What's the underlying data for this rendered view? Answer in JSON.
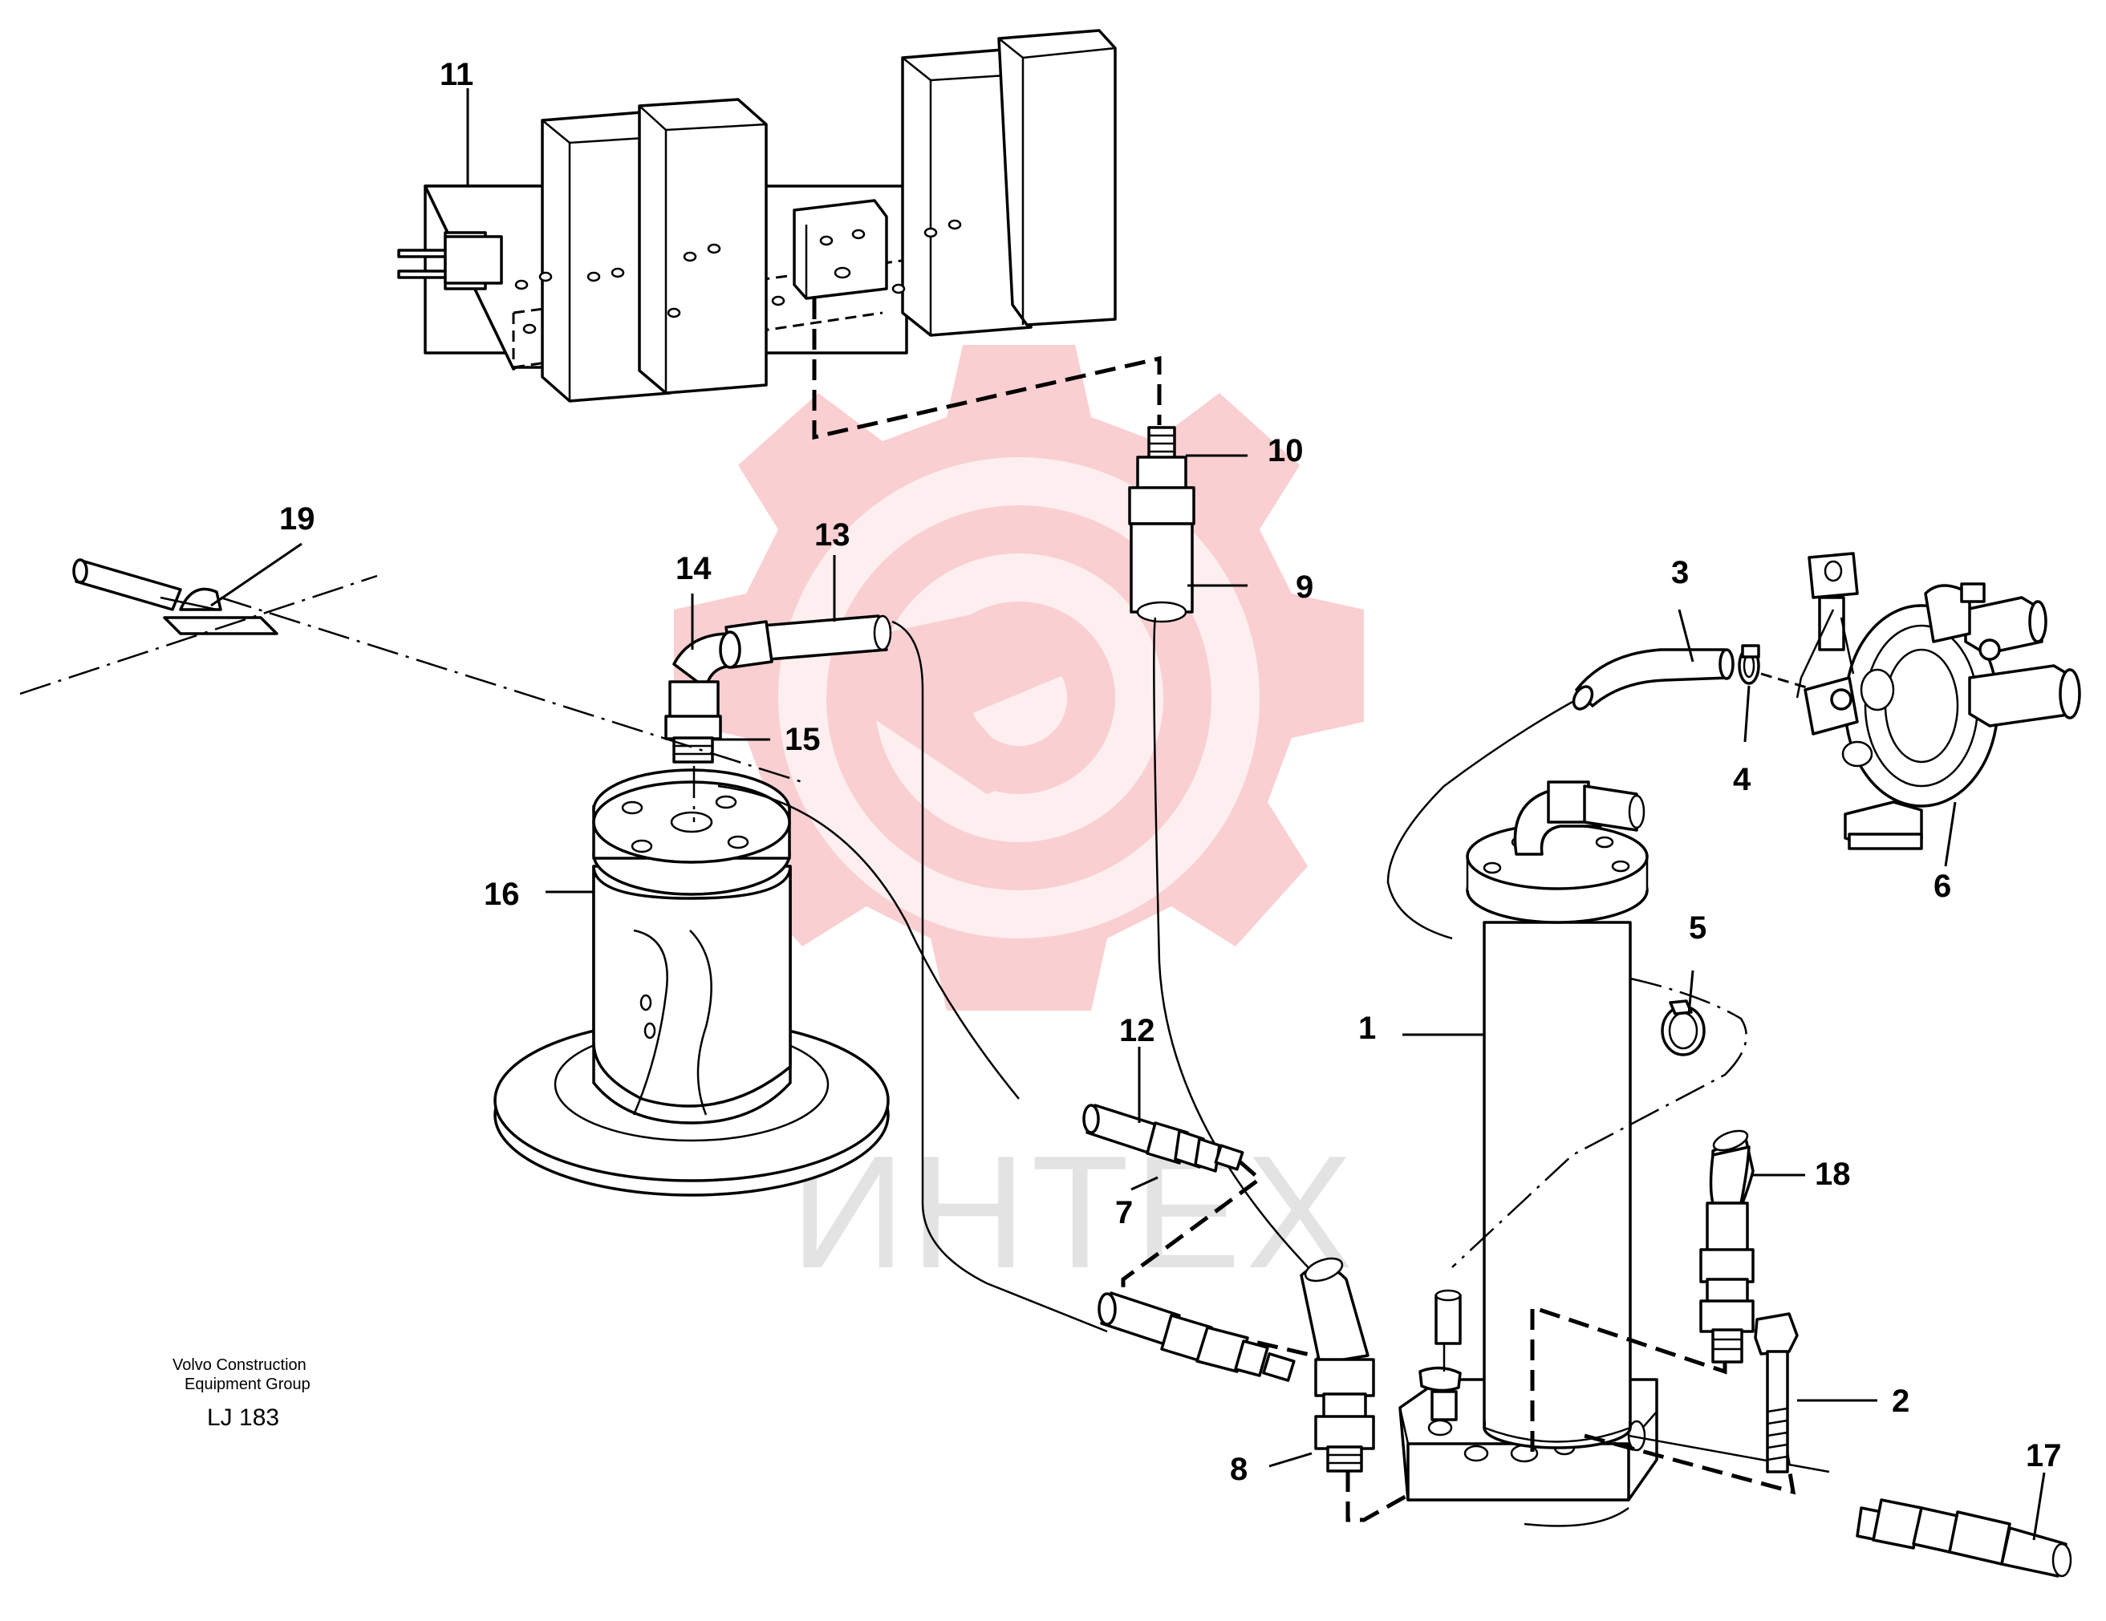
{
  "callouts": {
    "c1": "1",
    "c2": "2",
    "c3": "3",
    "c4": "4",
    "c5": "5",
    "c6": "6",
    "c7": "7",
    "c8": "8",
    "c9": "9",
    "c10": "10",
    "c11": "11",
    "c12": "12",
    "c13": "13",
    "c14": "14",
    "c15": "15",
    "c16": "16",
    "c17": "17",
    "c18": "18",
    "c19": "19"
  },
  "caption": {
    "line1": "Volvo Construction",
    "line2": "Equipment Group",
    "code": "LJ 183"
  },
  "watermark": {
    "text": "ИНТЕХ",
    "color": "#f3b3b6"
  }
}
